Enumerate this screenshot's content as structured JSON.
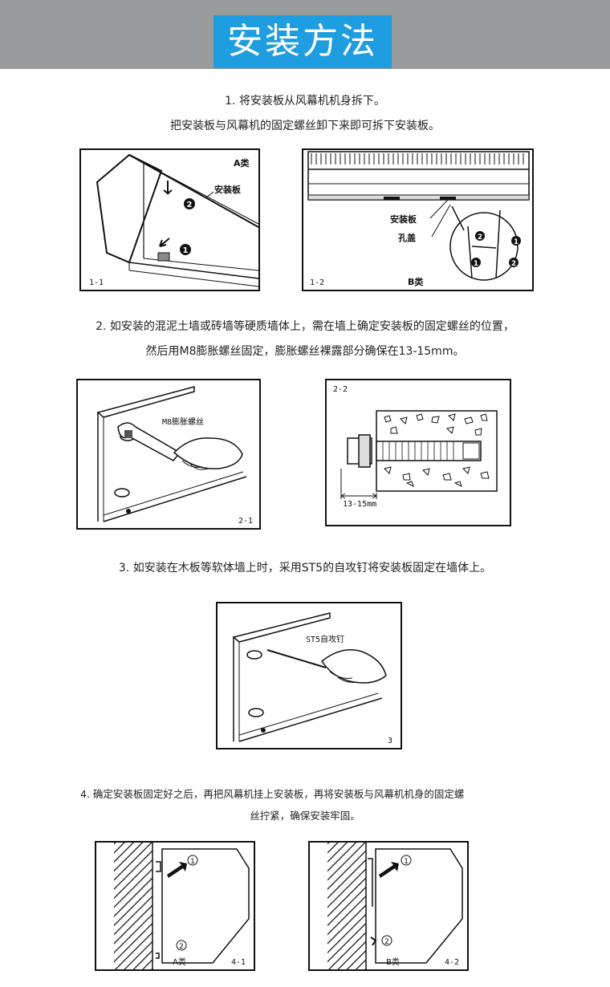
{
  "header": {
    "title": "安装方法"
  },
  "steps": {
    "s1": {
      "line1": "1. 将安装板从风幕机机身拆下。",
      "line2": "把安装板与风幕机的固定螺丝卸下来即可拆下安装板。"
    },
    "s2": {
      "line1": "2. 如安装的混泥土墙或砖墙等硬质墙体上，需在墙上确定安装板的固定螺丝的位置，",
      "line2": "然后用M8膨胀螺丝固定，膨胀螺丝裸露部分确保在13-15mm。"
    },
    "s3": {
      "line1": "3. 如安装在木板等软体墙上时，采用ST5的自攻钉将安装板固定在墙体上。"
    },
    "s4": {
      "line1": "4. 确定安装板固定好之后，再把风幕机挂上安装板，再将安装板与风幕机机身的固定螺",
      "line2": "丝拧紧，确保安装牢固。"
    }
  },
  "figures": {
    "f11": {
      "id": "1-1",
      "type_label": "A类",
      "plate_label": "安装板",
      "n1": "1",
      "n2": "2"
    },
    "f12": {
      "id": "1-2",
      "type_label": "B类",
      "plate_label": "安装板",
      "cap_label": "孔盖",
      "n1": "1",
      "n2": "2"
    },
    "f21": {
      "id": "2-1",
      "bolt_label": "M8膨胀螺丝"
    },
    "f22": {
      "id": "2-2",
      "dim_label": "13-15mm"
    },
    "f3": {
      "id": "3",
      "screw_label": "ST5自攻钉"
    },
    "f41": {
      "id": "4-1",
      "type_label": "A类",
      "n1": "1",
      "n2": "2"
    },
    "f42": {
      "id": "4-2",
      "type_label": "B类",
      "n1": "1",
      "n2": "2"
    }
  }
}
